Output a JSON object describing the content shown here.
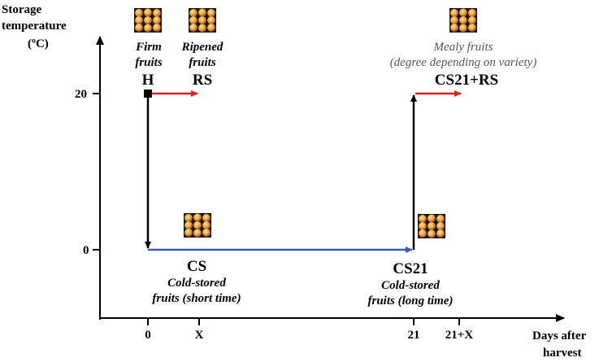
{
  "axes": {
    "y_title_line1": "Storage",
    "y_title_line2": "temperature",
    "y_title_line3": "(ºC)",
    "x_title_line1": "Days after",
    "x_title_line2": "harvest",
    "y_ticks": [
      "20",
      "0"
    ],
    "x_ticks": [
      "0",
      "X",
      "21",
      "21+X"
    ]
  },
  "states": {
    "harvest": {
      "code": "H",
      "desc_line1": "Firm",
      "desc_line2": "fruits"
    },
    "rs": {
      "code": "RS",
      "desc_line1": "Ripened",
      "desc_line2": "fruits"
    },
    "cs": {
      "code": "CS",
      "desc_line1": "Cold-stored",
      "desc_line2": "fruits (short time)"
    },
    "cs21": {
      "code": "CS21",
      "desc_line1": "Cold-stored",
      "desc_line2": "fruits (long time)"
    },
    "cs21rs": {
      "code": "CS21+RS",
      "desc_line1": "Mealy fruits",
      "desc_line2": "(degree depending on variety)"
    }
  },
  "colors": {
    "ripening_arrow": "#e02020",
    "cold_arrow": "#3a5fb5",
    "transfer_arrow": "#000000"
  },
  "icons": [
    "fruit-tray-icon"
  ]
}
